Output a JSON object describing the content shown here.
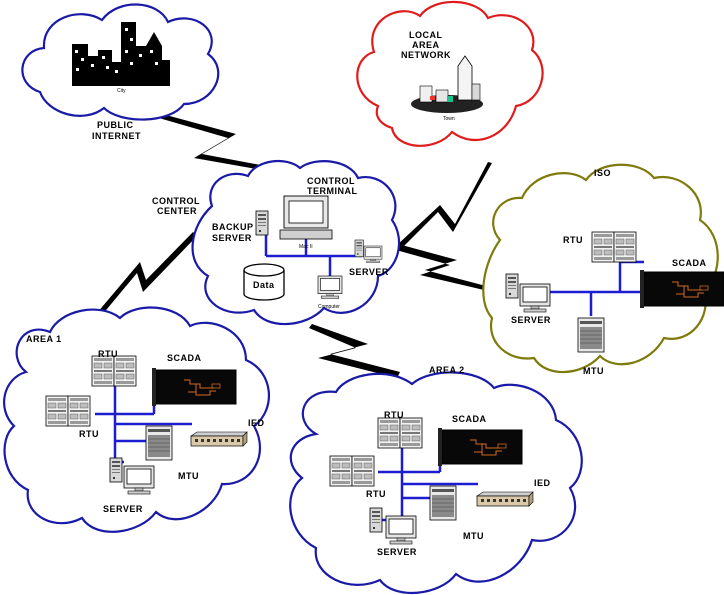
{
  "clouds": {
    "public_internet": {
      "label_line1": "PUBLIC",
      "label_line2": "INTERNET",
      "city_caption": "City",
      "outline_color": "#1a1aa8"
    },
    "lan": {
      "label_line1": "LOCAL",
      "label_line2": "AREA",
      "label_line3": "NETWORK",
      "town_caption": "Town",
      "outline_color": "#e01b1b"
    },
    "control_center": {
      "title_line1": "CONTROL",
      "title_line2": "CENTER",
      "terminal_line1": "CONTROL",
      "terminal_line2": "TERMINAL",
      "backup_line1": "BACKUP",
      "backup_line2": "SERVER",
      "data_label": "Data",
      "server_label": "SERVER",
      "mac_caption": "Mac II",
      "computer_caption": "Computer",
      "outline_color": "#1a1aa8"
    },
    "iso": {
      "title": "ISO",
      "rtu": "RTU",
      "scada": "SCADA",
      "server": "SERVER",
      "mtu": "MTU",
      "outline_color": "#7f7a0c"
    },
    "area1": {
      "title": "AREA 1",
      "rtu_top": "RTU",
      "rtu_left": "RTU",
      "scada": "SCADA",
      "ied": "IED",
      "mtu": "MTU",
      "server": "SERVER",
      "outline_color": "#1a1aa8"
    },
    "area2": {
      "title": "AREA 2",
      "rtu_top": "RTU",
      "rtu_left": "RTU",
      "scada": "SCADA",
      "ied": "IED",
      "mtu": "MTU",
      "server": "SERVER",
      "outline_color": "#1a1aa8"
    }
  },
  "colors": {
    "network_line": "#1c1cd0",
    "bolt": "#000000",
    "scada_trace": "#d2691e"
  }
}
